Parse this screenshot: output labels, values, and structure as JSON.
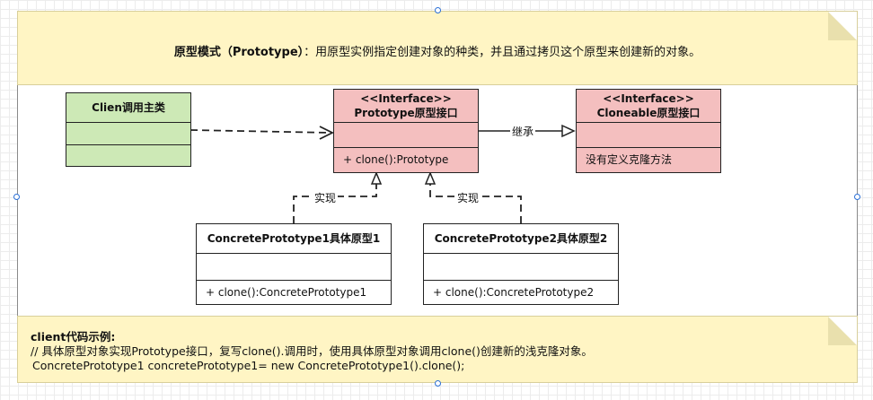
{
  "top_note": {
    "title_bold": "原型模式（Prototype）",
    "title_rest": "：用原型实例指定创建对象的种类，并且通过拷贝这个原型来创建新的对象。"
  },
  "classes": {
    "client": {
      "name": "Clien调用主类"
    },
    "prototype": {
      "stereotype": "<<Interface>>",
      "name": "Prototype原型接口",
      "method": "+ clone():Prototype"
    },
    "cloneable": {
      "stereotype": "<<Interface>>",
      "name": "Cloneable原型接口",
      "method": "没有定义克隆方法"
    },
    "concrete1": {
      "name": "ConcretePrototype1具体原型1",
      "method": "+ clone():ConcretePrototype1"
    },
    "concrete2": {
      "name": "ConcretePrototype2具体原型2",
      "method": "+ clone():ConcretePrototype2"
    }
  },
  "edges": {
    "inherit_label": "继承",
    "impl1_label": "实现",
    "impl2_label": "实现"
  },
  "bottom_note": {
    "heading": "client代码示例:",
    "line1": " // 具体原型对象实现Prototype接口，复写clone().调用时，使用具体原型对象调用clone()创建新的浅克隆对象。",
    "line2": "ConcretePrototype1 concretePrototype1= new ConcretePrototype1().clone();"
  },
  "colors": {
    "note_fill": "#fff5c4",
    "client_fill": "#cde9b6",
    "interface_fill": "#f4bfbf",
    "concrete_fill": "#ffffff"
  }
}
